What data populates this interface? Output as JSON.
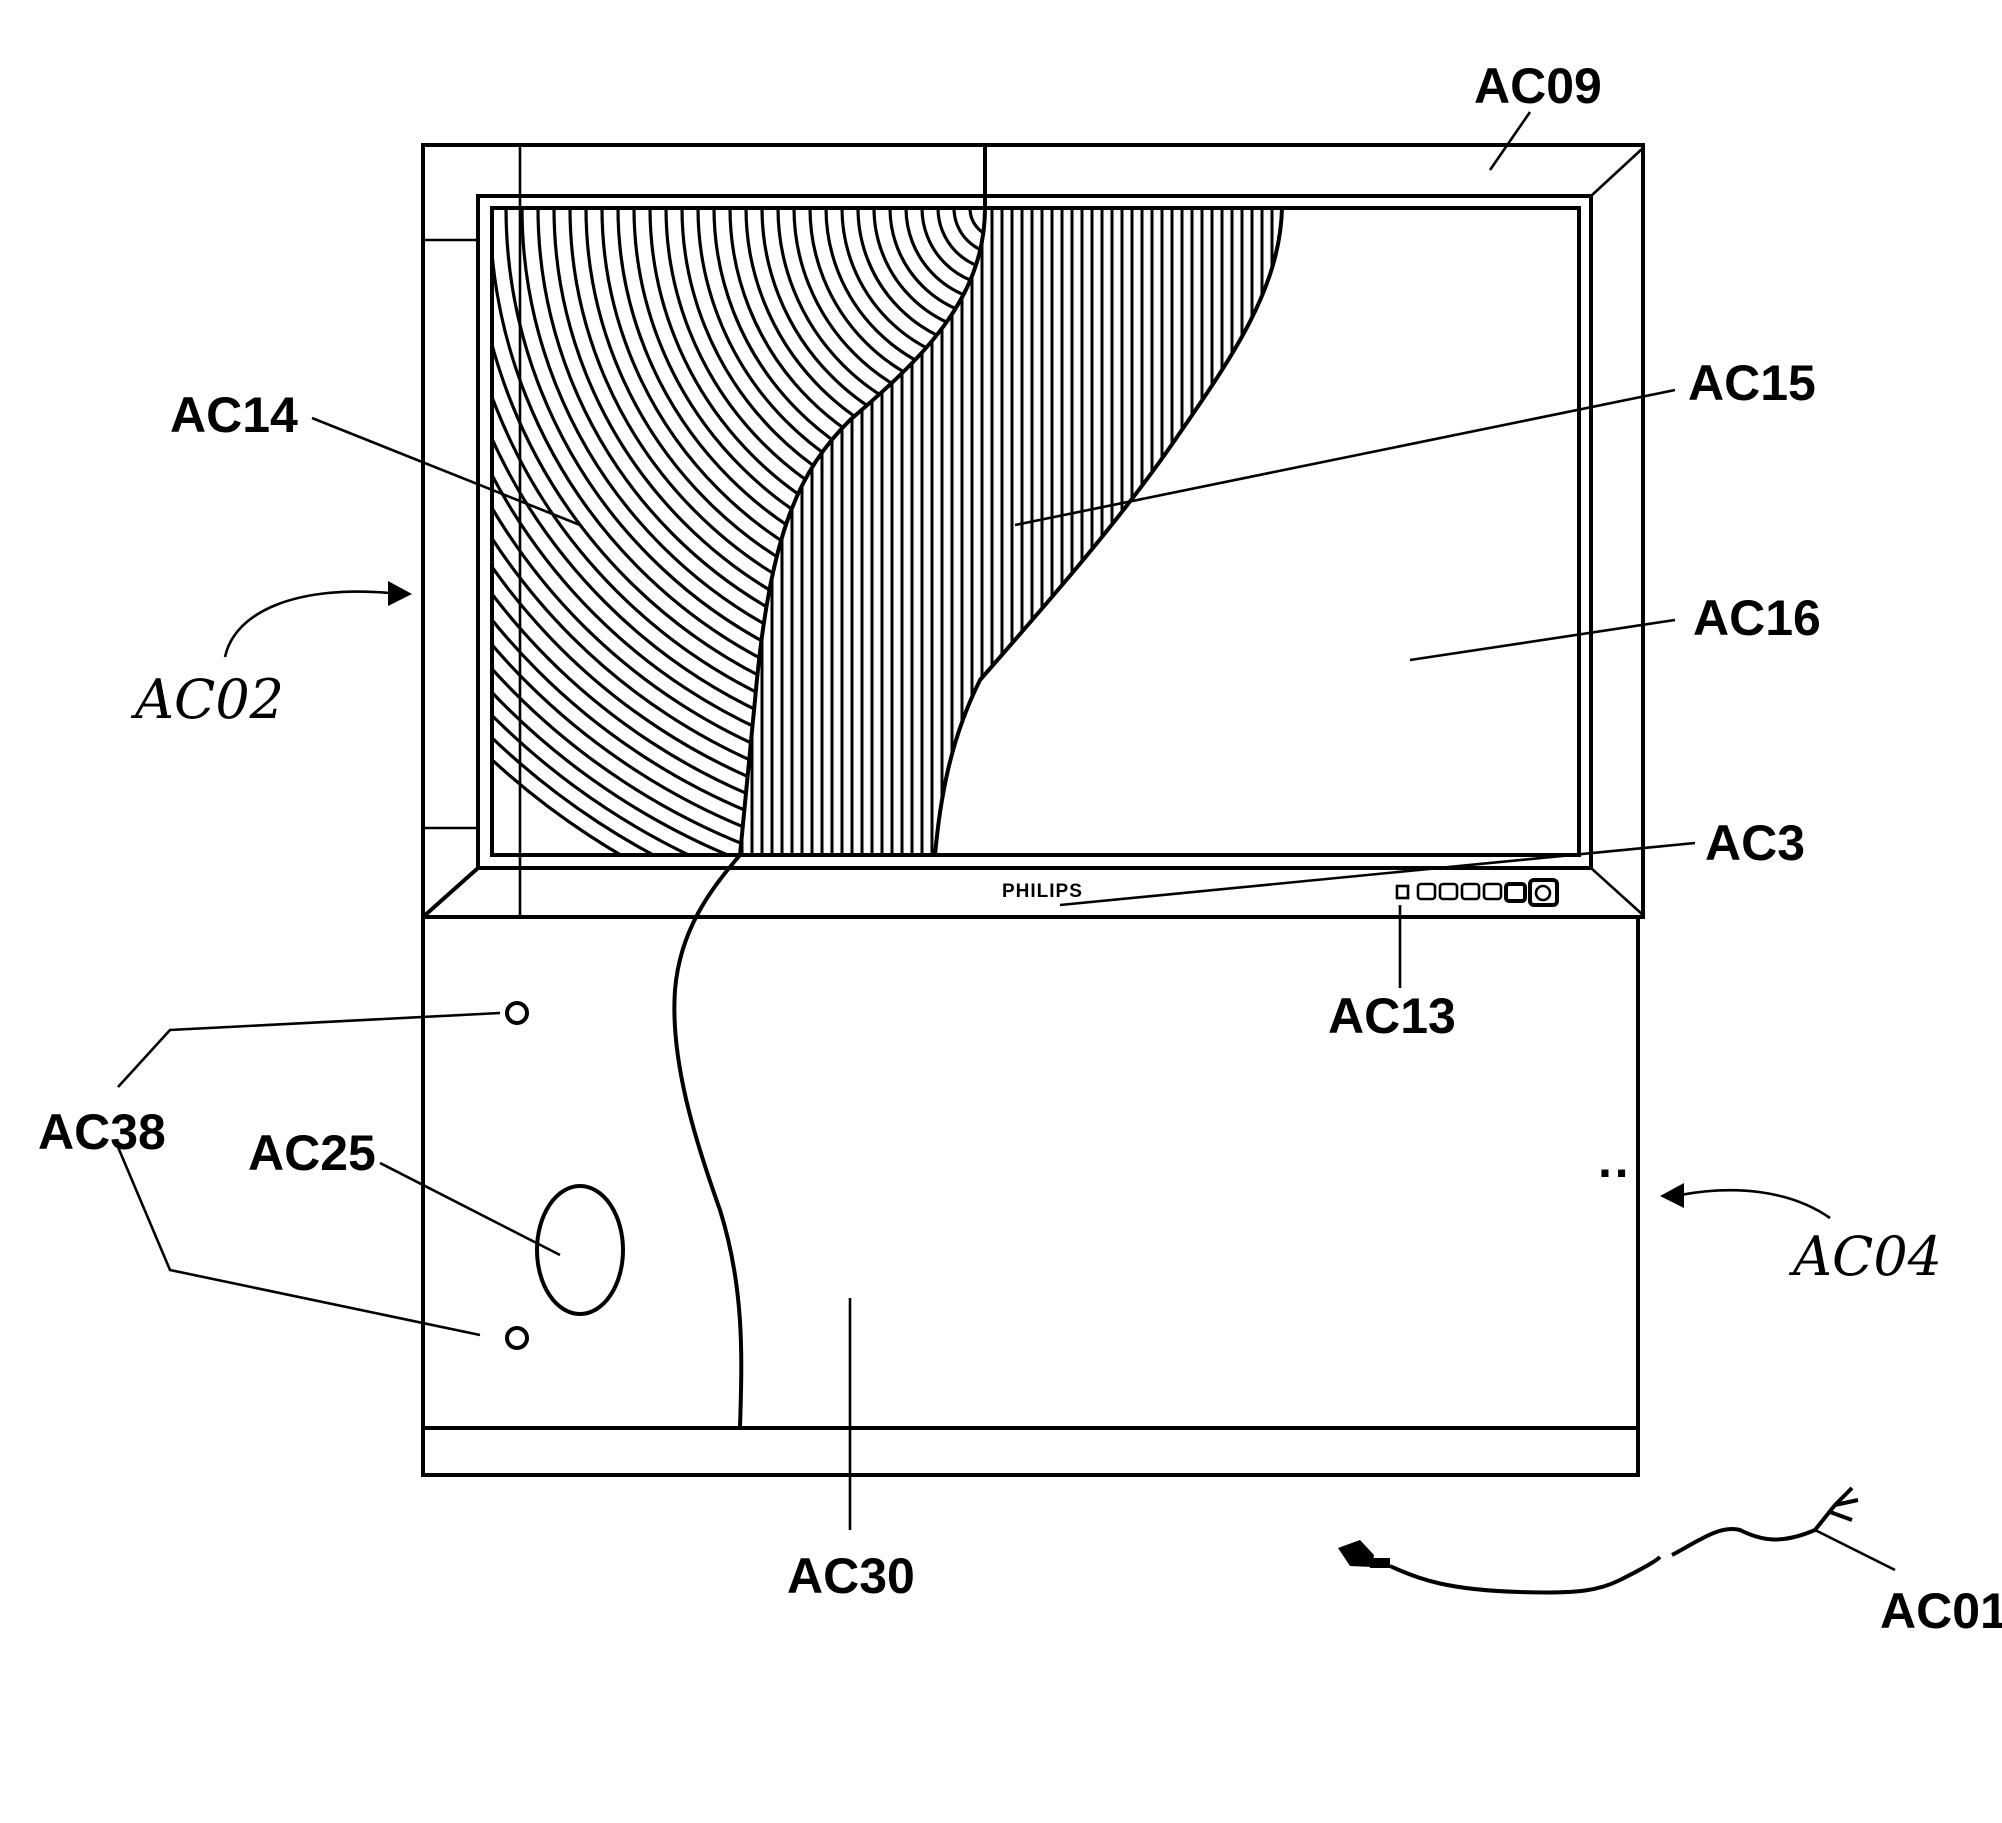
{
  "diagram": {
    "brand_text": "PHILIPS",
    "labels": {
      "ac09": "AC09",
      "ac14": "AC14",
      "ac15": "AC15",
      "ac16": "AC16",
      "ac3": "AC3",
      "ac13": "AC13",
      "ac38": "AC38",
      "ac25": "AC25",
      "ac30": "AC30",
      "ac01": "AC01",
      "ac02": "AC02",
      "ac04": "AC04"
    },
    "stroke_color": "#000000",
    "background_color": "#ffffff"
  }
}
